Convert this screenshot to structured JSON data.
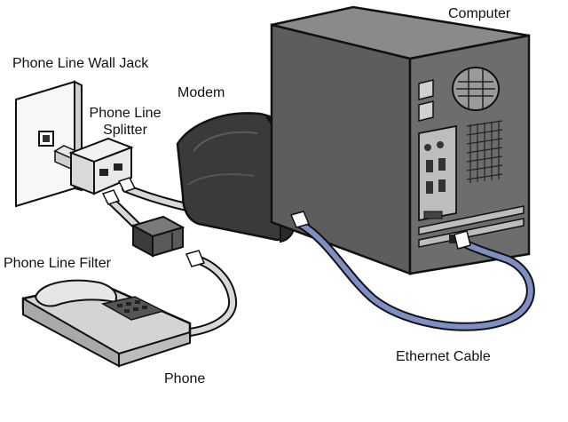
{
  "labels": {
    "computer": "Computer",
    "wall_jack": "Phone Line Wall Jack",
    "modem": "Modem",
    "splitter_line1": "Phone Line",
    "splitter_line2": "Splitter",
    "filter": "Phone Line Filter",
    "ethernet": "Ethernet Cable",
    "phone": "Phone"
  },
  "colors": {
    "ethernet_cable": "#7f8fc4",
    "phone_cable": "#d8d8d8",
    "computer_case": "#5d5d5d",
    "computer_side": "#3f3f3f",
    "computer_top": "#8a8a8a",
    "modem_body": "#3a3a3a",
    "phone_body": "#d4d4d4",
    "outline": "#111111"
  },
  "icons": [
    "computer-tower-icon",
    "modem-icon",
    "wall-jack-icon",
    "splitter-icon",
    "filter-icon",
    "phone-icon",
    "ethernet-cable-icon",
    "phone-cable-icon"
  ]
}
